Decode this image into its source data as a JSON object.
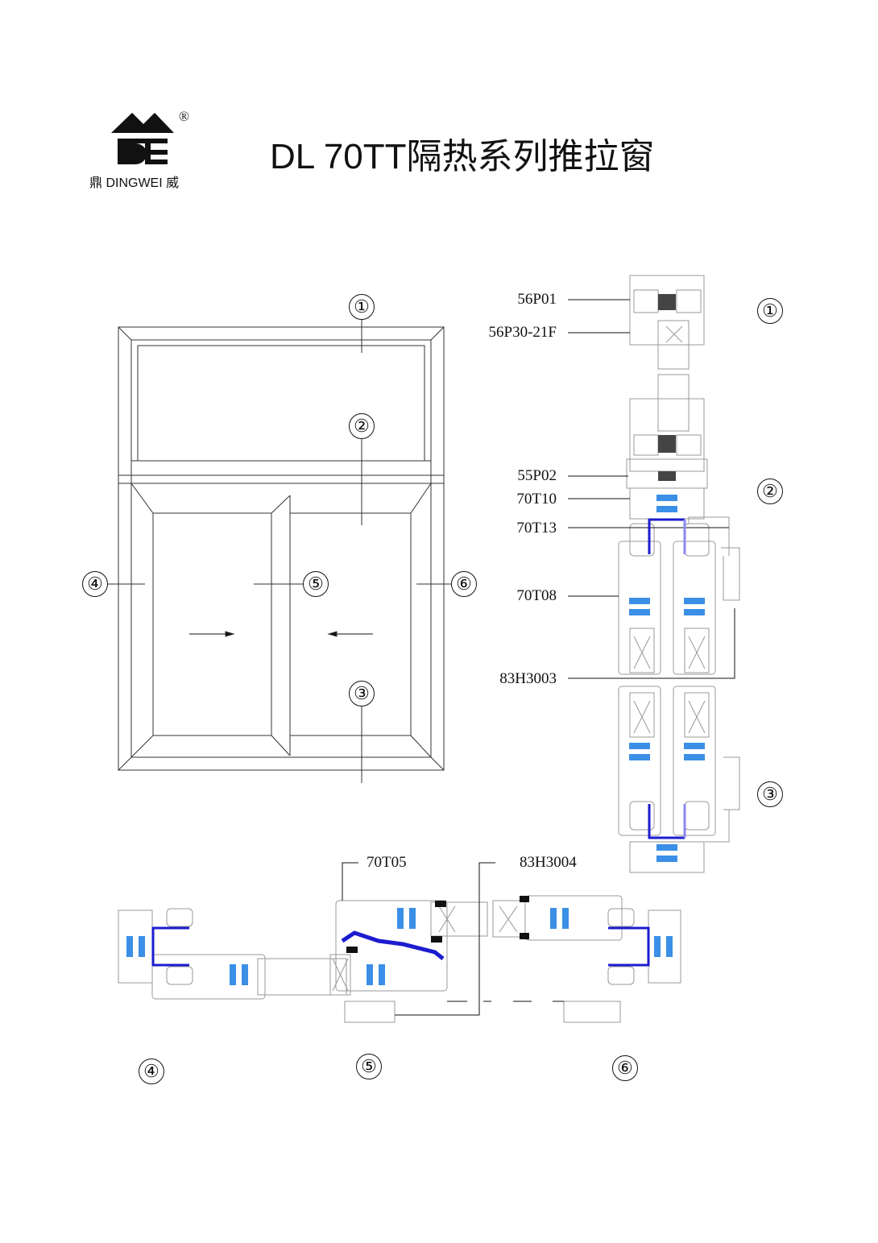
{
  "header": {
    "title": "DL 70TT隔热系列推拉窗",
    "logo": {
      "mark": "DE",
      "text": "鼎 DINGWEI 威",
      "registered": "®"
    }
  },
  "elevation": {
    "markers": [
      "①",
      "②",
      "③",
      "④",
      "⑤",
      "⑥"
    ]
  },
  "vertical_section": {
    "labels": [
      "56P01",
      "56P30-21F",
      "55P02",
      "70T10",
      "70T13",
      "70T08",
      "83H3003"
    ],
    "markers": [
      "①",
      "②",
      "③"
    ]
  },
  "horizontal_section": {
    "labels": [
      "70T05",
      "83H3004"
    ],
    "markers": [
      "④",
      "⑤",
      "⑥"
    ]
  },
  "colors": {
    "thermal_break": "#3b8fe6",
    "interlock": "#1c1ccf",
    "line": "#222222",
    "profile": "#888888"
  }
}
